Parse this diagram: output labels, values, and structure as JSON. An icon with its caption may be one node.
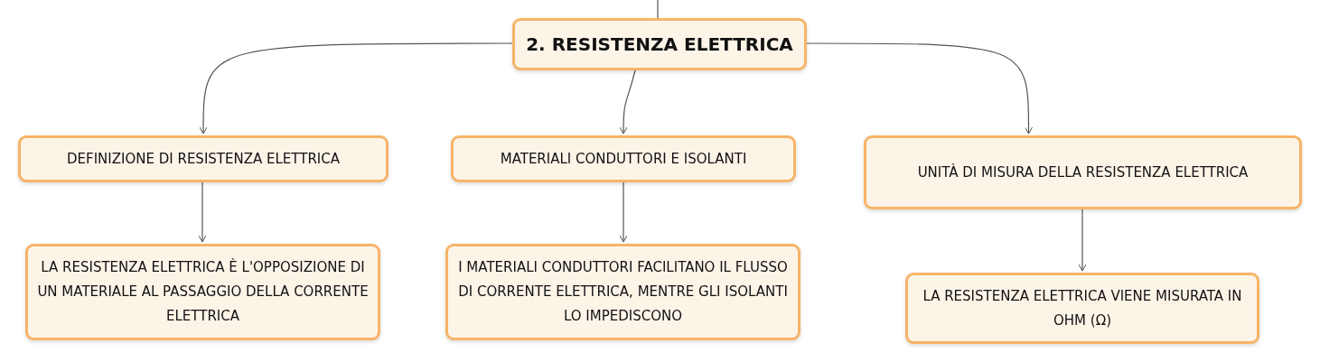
{
  "diagram": {
    "nodes": [
      {
        "text": [
          "2. RESISTENZA ELETTRICA"
        ]
      },
      {
        "text": [
          "DEFINIZIONE DI RESISTENZA ELETTRICA"
        ]
      },
      {
        "text": [
          "MATERIALI CONDUTTORI E ISOLANTI"
        ]
      },
      {
        "text": [
          "UNITÀ DI MISURA DELLA RESISTENZA ELETTRICA"
        ]
      },
      {
        "text": [
          "LA RESISTENZA ELETTRICA È L'OPPOSIZIONE DI UN MATERIALE AL PASSAGGIO DELLA CORRENTE ELETTRICA"
        ]
      },
      {
        "text": [
          "I MATERIALI CONDUTTORI FACILITANO IL FLUSSO DI CORRENTE ELETTRICA, MENTRE GLI ISOLANTI LO IMPEDISCONO"
        ]
      },
      {
        "text": [
          "LA RESISTENZA ELETTRICA VIENE MISURATA IN OHM (Ω)"
        ]
      }
    ],
    "edges": [
      {
        "from": null,
        "to": 0,
        "arrow": "none"
      },
      {
        "from": 0,
        "to": 1,
        "arrow": "to"
      },
      {
        "from": 0,
        "to": 2,
        "arrow": "to"
      },
      {
        "from": 0,
        "to": 3,
        "arrow": "to"
      },
      {
        "from": 1,
        "to": 4,
        "arrow": "to"
      },
      {
        "from": 2,
        "to": 5,
        "arrow": "to"
      },
      {
        "from": 3,
        "to": 6,
        "arrow": "to"
      }
    ]
  }
}
